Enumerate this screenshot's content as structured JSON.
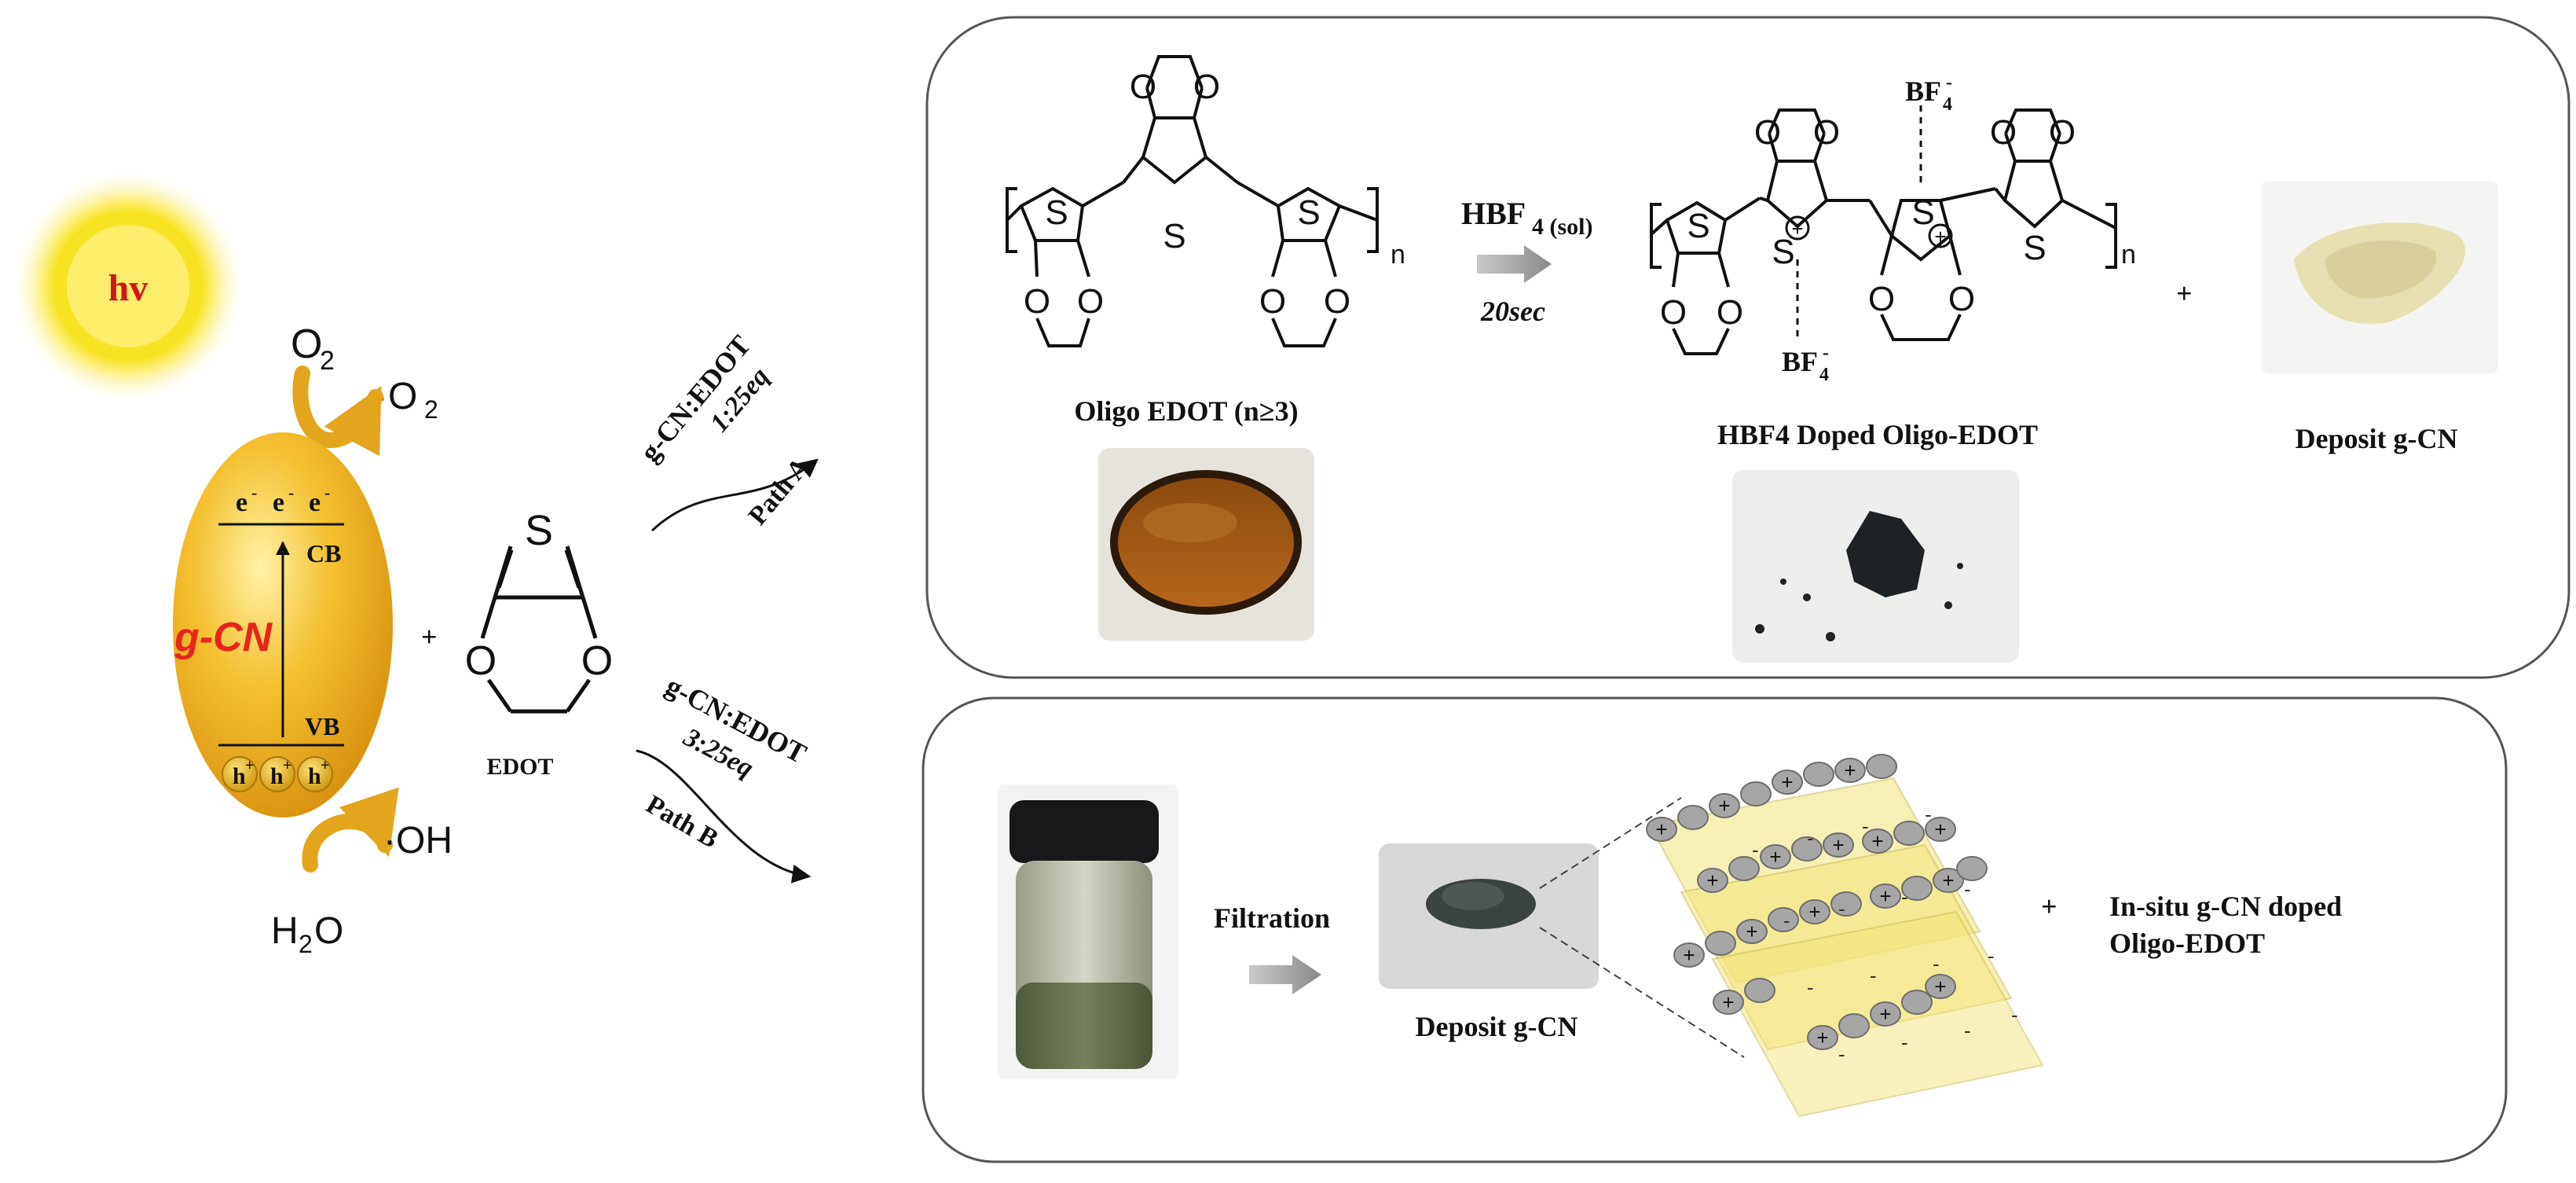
{
  "left": {
    "sun_label": "hv",
    "o2": "O",
    "o2_sub": "2",
    "superoxide": "·O",
    "superoxide_sub": "2",
    "electron": "e",
    "electron_sup": "-",
    "cb": "CB",
    "vb": "VB",
    "catalyst": "g-CN",
    "hole": "h",
    "hole_sup": "+",
    "hydroxyl": "·OH",
    "water": "H",
    "water_sub": "2",
    "water_end": "O",
    "plus": "+",
    "edot_label": "EDOT",
    "atom_s": "S",
    "atom_o": "O"
  },
  "paths": {
    "a_ratio": "g-CN:EDOT",
    "a_eq": "1:25eq",
    "a_name": "Path A",
    "b_ratio": "g-CN:EDOT",
    "b_eq": "3:25eq",
    "b_name": "Path B"
  },
  "panel_a": {
    "reagent": "HBF",
    "reagent_sub": "4 (sol)",
    "time": "20sec",
    "n": "n",
    "bf4": "BF",
    "bf4_sub": "4",
    "bf4_sup": "-",
    "plus_charge": "+",
    "oligo_label": "Oligo EDOT (n≥3)",
    "doped_label": "HBF4 Doped Oligo-EDOT",
    "plus": "+",
    "deposit_label": "Deposit g-CN"
  },
  "panel_b": {
    "filtration": "Filtration",
    "deposit_label": "Deposit g-CN",
    "plus": "+",
    "result_line1": "In-situ g-CN doped",
    "result_line2": "Oligo-EDOT",
    "bead_plus": "+",
    "bead_minus": "-"
  },
  "colors": {
    "sun": "#f7e21b",
    "catalyst": "#f0b323",
    "catalyst_text": "#e8251c",
    "sun_text": "#d0161a",
    "arrow_gold": "#e3a51c",
    "sheet": "#f2e57a",
    "bead": "#a6a6a6"
  }
}
